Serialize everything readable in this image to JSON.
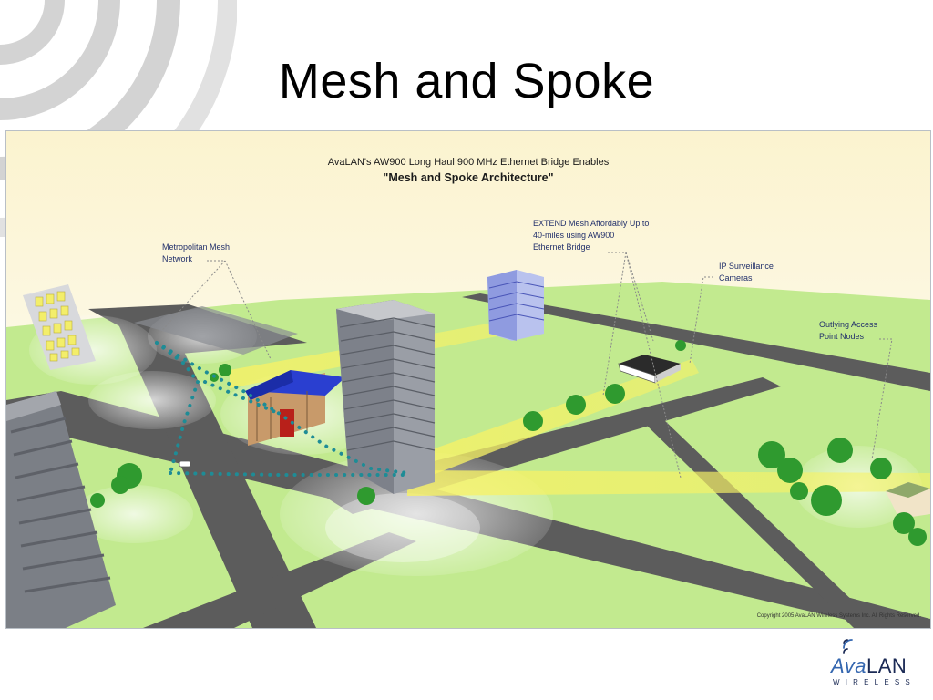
{
  "slide": {
    "title": "Mesh and Spoke"
  },
  "figure": {
    "header_line1": "AvaLAN's AW900 Long Haul 900 MHz Ethernet Bridge Enables",
    "header_line2": "\"Mesh and Spoke Architecture\"",
    "callouts": {
      "metro": "Metropolitan Mesh\nNetwork",
      "extend": "EXTEND Mesh Affordably Up to\n40-miles using AW900\nEthernet Bridge",
      "ip": "IP Surveillance\nCameras",
      "outlying": "Outlying Access\nPoint Nodes"
    },
    "copyright": "Copyright 2005 AvaLAN Wireless Systems Inc.  All Rights Reserved."
  },
  "logo": {
    "brand_prefix": "Ava",
    "brand_suffix": "LAN",
    "tagline": "WIRELESS"
  },
  "colors": {
    "grass": "#c2ea8f",
    "road": "#5b5b5b",
    "link_beam": "#f7f266",
    "mesh_dots": "#1e8c96",
    "callout_text": "#22306b"
  }
}
